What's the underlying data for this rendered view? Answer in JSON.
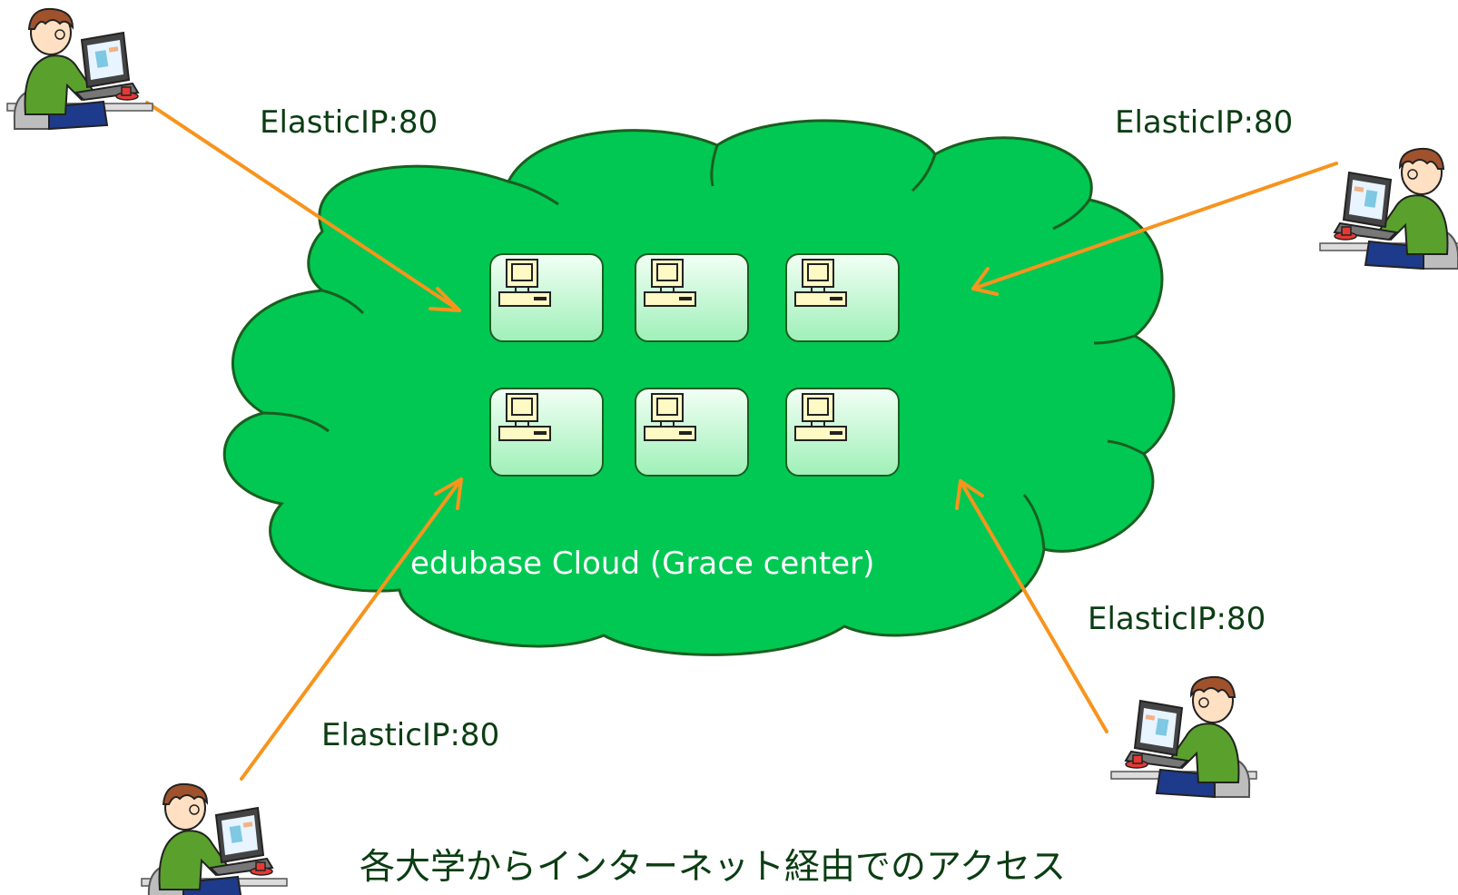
{
  "cloud": {
    "title": "edubase Cloud (Grace center)",
    "color": "#00c853",
    "server_count": 6
  },
  "connections": [
    {
      "label": "ElasticIP:80",
      "position": "top-left"
    },
    {
      "label": "ElasticIP:80",
      "position": "top-right"
    },
    {
      "label": "ElasticIP:80",
      "position": "bottom-right"
    },
    {
      "label": "ElasticIP:80",
      "position": "bottom-left"
    }
  ],
  "caption": "各大学からインターネット経由でのアクセス",
  "colors": {
    "arrow": "#f7941d",
    "label_text": "#0b3d12",
    "server_box": "#b9f5c9",
    "user_shirt": "#5aa02c"
  },
  "icons": {
    "server": "desktop-computer-icon",
    "user": "person-at-laptop-icon"
  }
}
